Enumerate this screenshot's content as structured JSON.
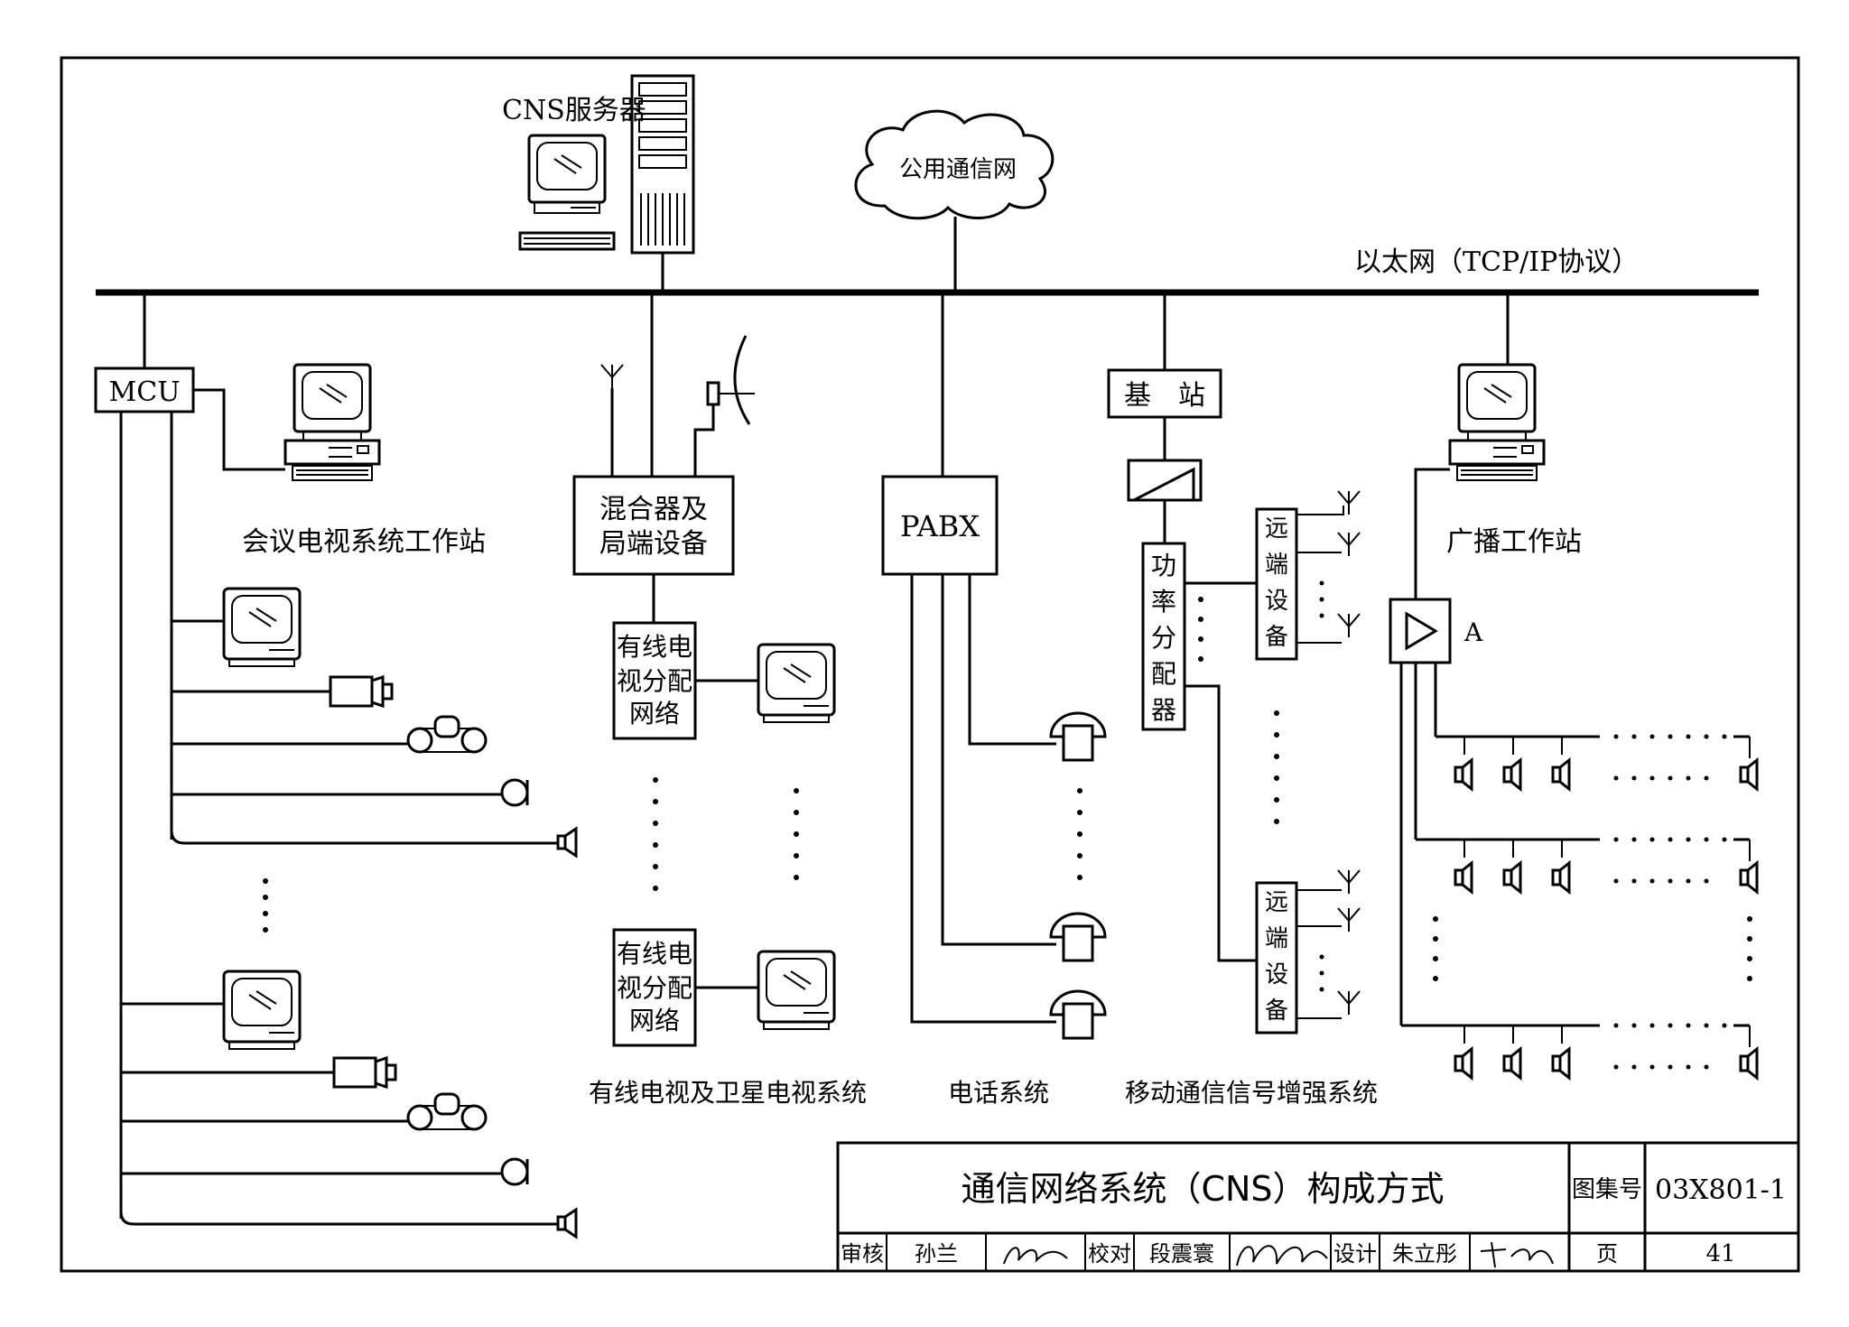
{
  "labels": {
    "cns_server": "CNS服务器",
    "public_network": "公用通信网",
    "ethernet": "以太网（TCP/IP协议）",
    "mcu": "MCU",
    "conf_workstation": "会议电视系统工作站",
    "mixer_line1": "混合器及",
    "mixer_line2": "局端设备",
    "catv_dist_line1": "有线电",
    "catv_dist_line2": "视分配",
    "catv_dist_line3": "网络",
    "pabx": "PABX",
    "base_station": "基　站",
    "power_divider": [
      "功",
      "率",
      "分",
      "配",
      "器"
    ],
    "remote_device": [
      "远",
      "端",
      "设",
      "备"
    ],
    "broadcast_workstation": "广播工作站",
    "amplifier_label": "A",
    "caption_catv": "有线电视及卫星电视系统",
    "caption_phone": "电话系统",
    "caption_mobile": "移动通信信号增强系统"
  },
  "title_block": {
    "title": "通信网络系统（CNS）构成方式",
    "atlas_label": "图集号",
    "atlas_no": "03X801-1",
    "review_label": "审核",
    "reviewer": "孙兰",
    "check_label": "校对",
    "checker": "段震寰",
    "design_label": "设计",
    "designer": "朱立彤",
    "page_label": "页",
    "page_no": "41"
  }
}
